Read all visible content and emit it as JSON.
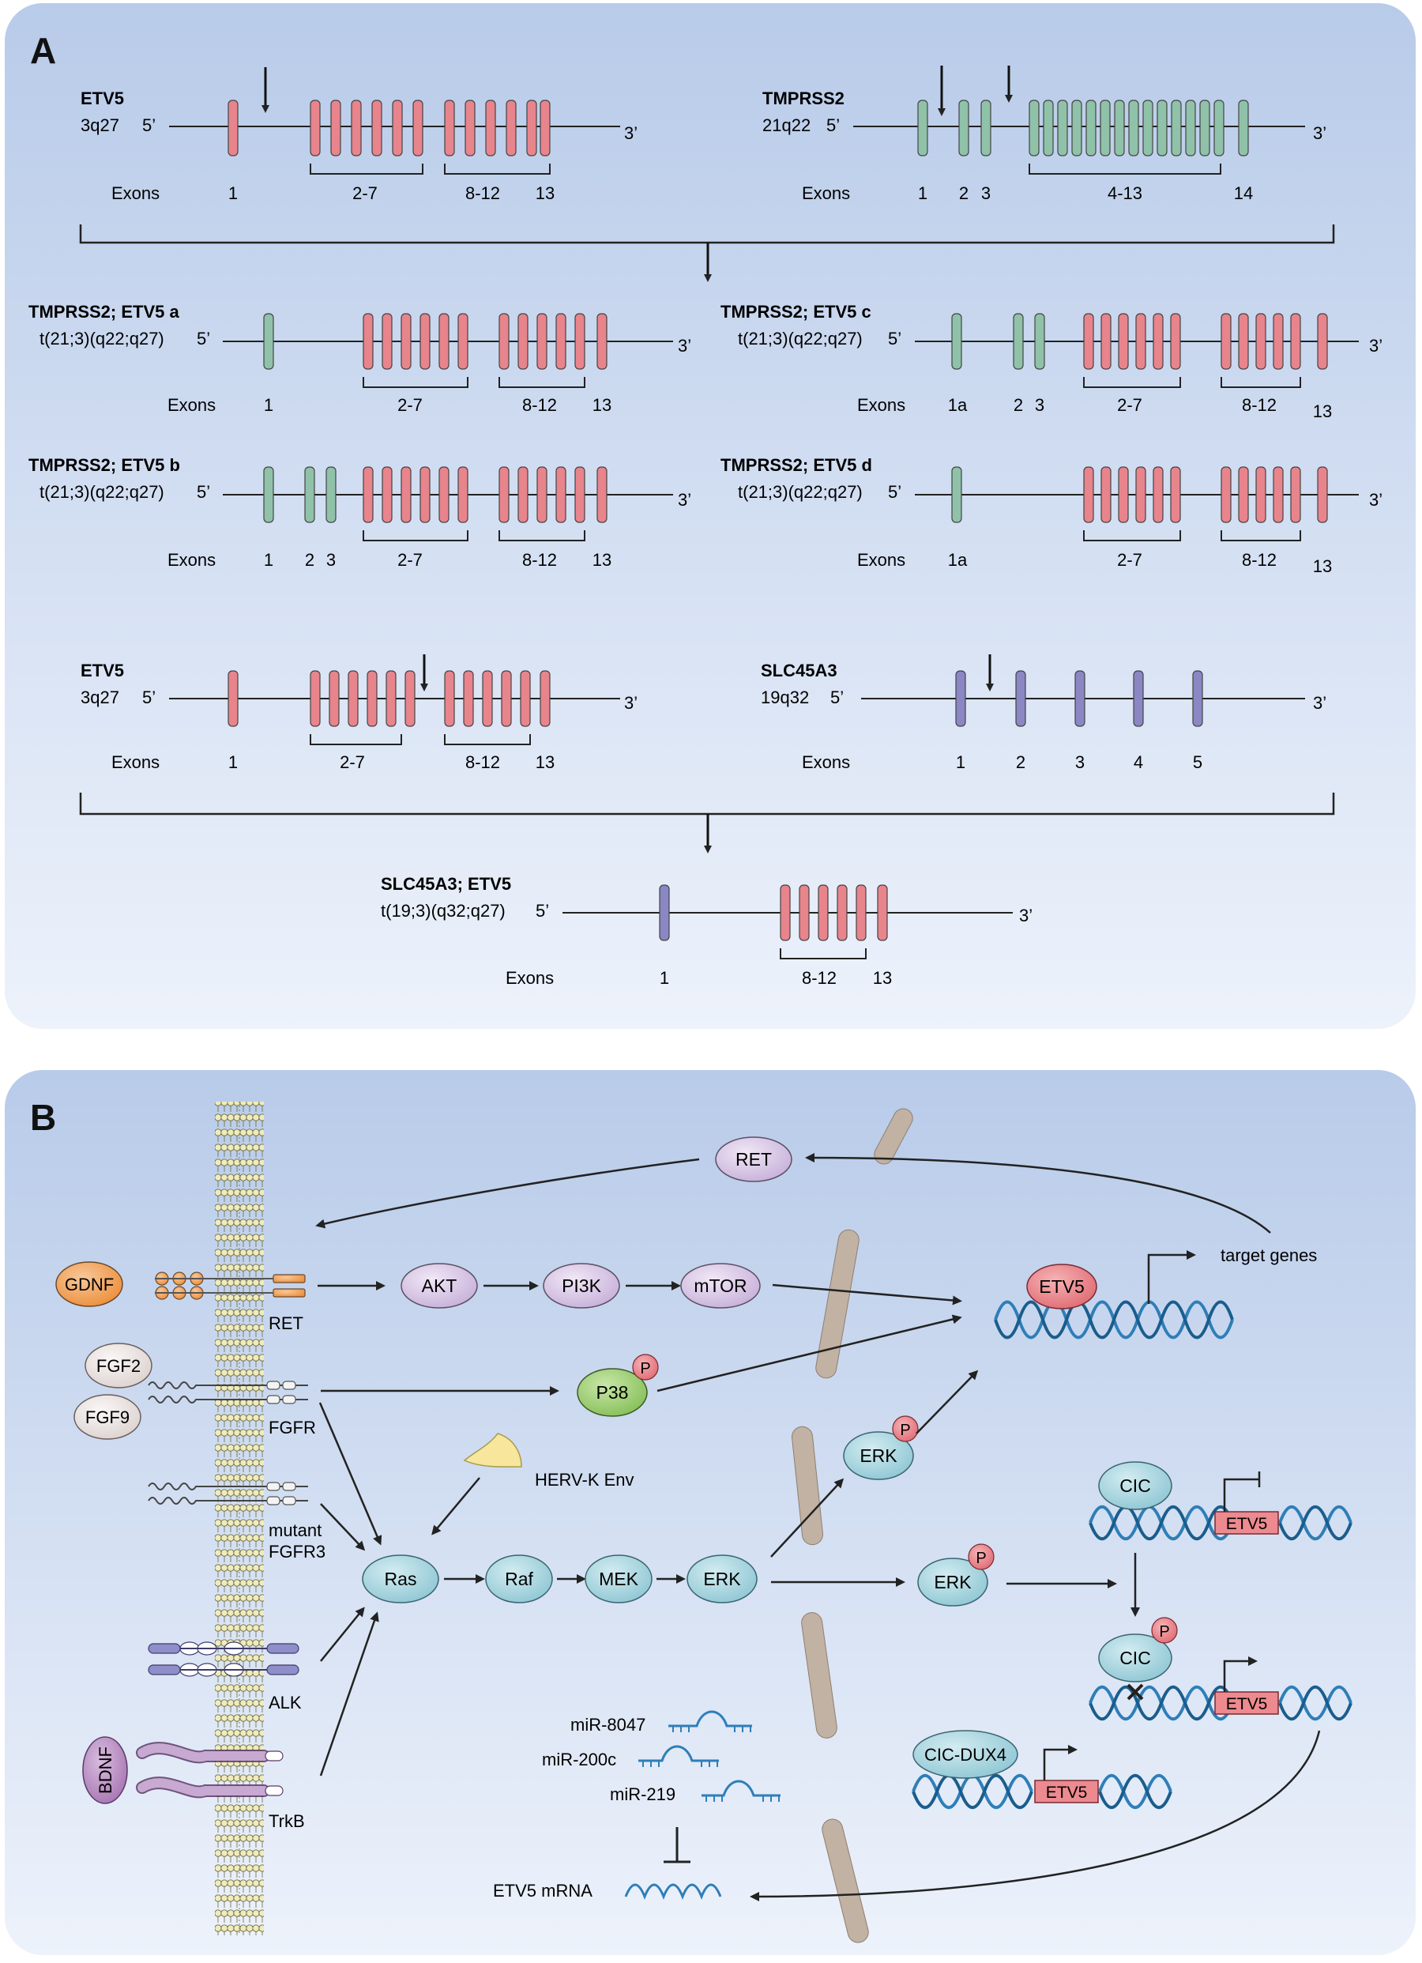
{
  "colors": {
    "panel_bg_top": "#b8cbe9",
    "panel_bg_bottom": "#edf2fb",
    "etv5_exon": "#e8848c",
    "tmprss2_exon": "#8fc2a8",
    "slc45a3_exon": "#8a87c4",
    "dna_blue": "#2e7eb8",
    "rna_blue": "#2e7eb8",
    "phospho_red": "#e8505e",
    "teal_node": "#a7d3dd",
    "purple_node": "#d8c6e5",
    "green_node": "#9ccd74",
    "orange_node": "#f1a35b",
    "gray_node": "#ece6e4",
    "bilayer_yellow": "#f0ebbd",
    "vesicle_tan": "#c2b2a3"
  },
  "panelA": {
    "label": "A",
    "exons_label": "Exons",
    "five_prime": "5’",
    "three_prime": "3’",
    "etv5_top": {
      "name": "ETV5",
      "locus": "3q27",
      "exons": [
        "1",
        "2-7",
        "8-12",
        "13"
      ]
    },
    "tmprss2": {
      "name": "TMPRSS2",
      "locus": "21q22",
      "exons": [
        "1",
        "2",
        "3",
        "4-13",
        "14"
      ]
    },
    "fusion_a": {
      "name": "TMPRSS2; ETV5 a",
      "locus": "t(21;3)(q22;q27)",
      "exons": [
        "1",
        "2-7",
        "8-12",
        "13"
      ]
    },
    "fusion_c": {
      "name": "TMPRSS2; ETV5 c",
      "locus": "t(21;3)(q22;q27)",
      "exons": [
        "1a",
        "2",
        "3",
        "2-7",
        "8-12",
        "13"
      ]
    },
    "fusion_b": {
      "name": "TMPRSS2; ETV5 b",
      "locus": "t(21;3)(q22;q27)",
      "exons": [
        "1",
        "2",
        "3",
        "2-7",
        "8-12",
        "13"
      ]
    },
    "fusion_d": {
      "name": "TMPRSS2; ETV5 d",
      "locus": "t(21;3)(q22;q27)",
      "exons": [
        "1a",
        "2-7",
        "8-12",
        "13"
      ]
    },
    "etv5_bottom": {
      "name": "ETV5",
      "locus": "3q27",
      "exons": [
        "1",
        "2-7",
        "8-12",
        "13"
      ]
    },
    "slc45a3": {
      "name": "SLC45A3",
      "locus": "19q32",
      "exons": [
        "1",
        "2",
        "3",
        "4",
        "5"
      ]
    },
    "fusion_slc": {
      "name": "SLC45A3; ETV5",
      "locus": "t(19;3)(q32;q27)",
      "exons": [
        "1",
        "8-12",
        "13"
      ]
    }
  },
  "panelB": {
    "label": "B",
    "ret_top": "RET",
    "gdnf": "GDNF",
    "ret_receptor": "RET",
    "akt": "AKT",
    "pi3k": "PI3K",
    "mtor": "mTOR",
    "etv5_top": "ETV5",
    "target_genes": "target genes",
    "fgf2": "FGF2",
    "fgf9": "FGF9",
    "fgfr": "FGFR",
    "p38": "P38",
    "phospho": "P",
    "herv": "HERV-K Env",
    "mutant": "mutant",
    "fgfr3": "FGFR3",
    "ras": "Ras",
    "raf": "Raf",
    "mek": "MEK",
    "erk_main": "ERK",
    "erk_upper": "ERK",
    "erk_right": "ERK",
    "cic_top": "CIC",
    "etv5_cic_top": "ETV5",
    "cic_bottom": "CIC",
    "etv5_cic_bottom": "ETV5",
    "alk": "ALK",
    "bdnf": "BDNF",
    "trkb": "TrkB",
    "mir8047": "miR-8047",
    "mir200c": "miR-200c",
    "mir219": "miR-219",
    "cic_dux4": "CIC-DUX4",
    "etv5_dux4": "ETV5",
    "etv5_mrna": "ETV5 mRNA"
  }
}
